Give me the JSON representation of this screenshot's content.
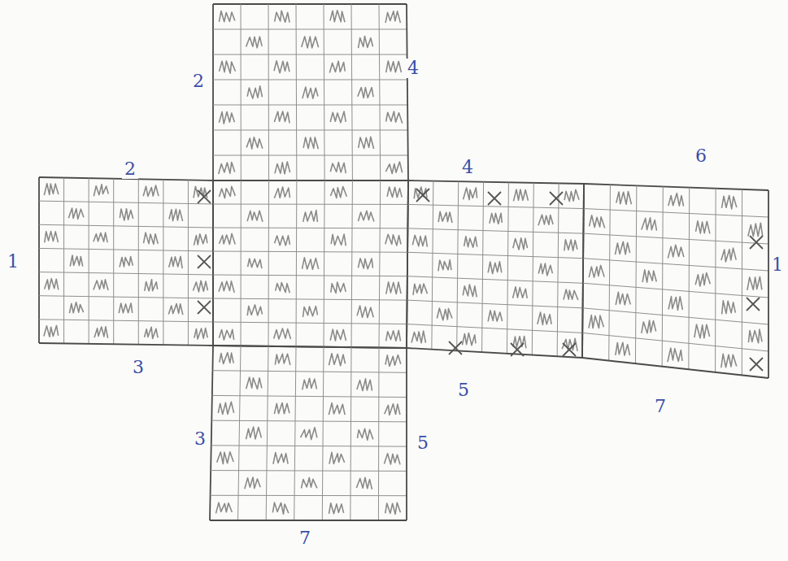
{
  "diagram": {
    "labels": [
      "2",
      "4",
      "2",
      "4",
      "6",
      "1",
      "1",
      "3",
      "5",
      "7",
      "3",
      "5",
      "7"
    ]
  }
}
